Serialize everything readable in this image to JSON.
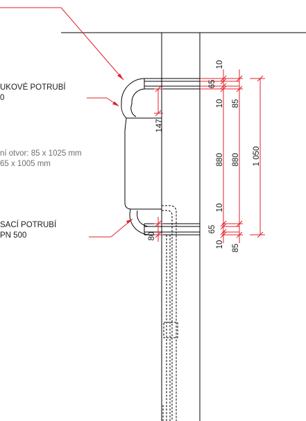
{
  "labels": {
    "pressure_pipe_line1": "UKOVÉ POTRUBÍ",
    "pressure_pipe_line2": "0",
    "opening_line1": "ní otvor: 85 x 1025 mm",
    "opening_line2": "65 x 1005 mm",
    "suction_pipe_line1": "SACÍ POTRUBÍ",
    "suction_pipe_line2": "PN 500"
  },
  "dimensions": {
    "d_10_top": "10",
    "d_65_top": "65",
    "d_10_b": "10",
    "d_85_top": "85",
    "d_147": "147",
    "d_880_a": "880",
    "d_880_b": "880",
    "d_1050": "1 050",
    "d_10_c": "10",
    "d_65_bottom": "65",
    "d_80": "80",
    "d_10_bottom": "10",
    "d_85_bottom": "85"
  },
  "colors": {
    "dimension_red": "#e0202a",
    "outline_black": "#000000",
    "note_grey": "#6f6f6f"
  }
}
